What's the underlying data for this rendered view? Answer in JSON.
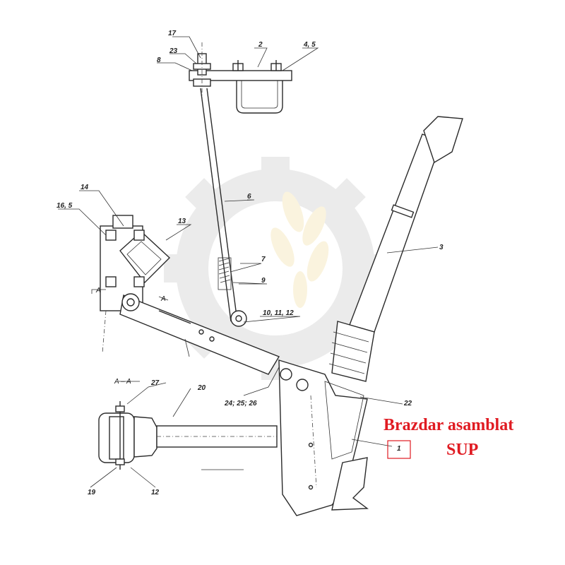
{
  "labels": {
    "l17": "17",
    "l2": "2",
    "l45": "4, 5",
    "l23": "23",
    "l8": "8",
    "l14": "14",
    "l165": "16, 5",
    "l13": "13",
    "l6": "6",
    "l7": "7",
    "l9": "9",
    "lA1": "A",
    "lA2": "A",
    "l101112": "10, 11, 12",
    "l3": "3",
    "lAA": "A – A",
    "l27": "27",
    "l20": "20",
    "l242526": "24; 25; 26",
    "l22": "22",
    "l1": "1",
    "l19": "19",
    "l12": "12"
  },
  "caption": {
    "line1": "Brazdar asamblat",
    "line2": "SUP"
  },
  "colors": {
    "caption": "#e01b22",
    "watermark": "#cccccc",
    "watermark_wheat": "#f3dfa2"
  }
}
